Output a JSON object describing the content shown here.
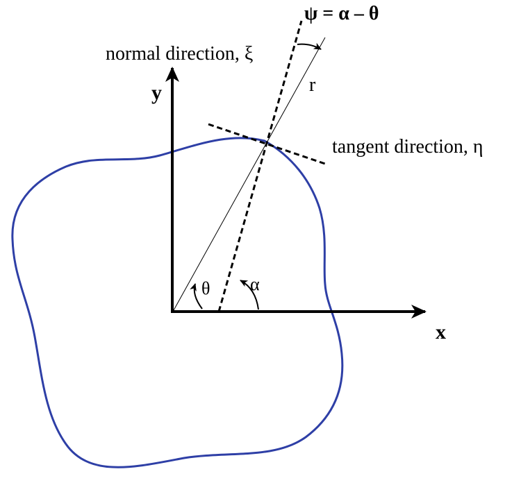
{
  "labels": {
    "equation": "ψ = α – θ",
    "normal": "normal direction, ξ",
    "tangent": "tangent direction, η",
    "r": "r",
    "y": "y",
    "x": "x",
    "theta": "θ",
    "alpha": "α"
  },
  "colors": {
    "curve": "#2e3fa6",
    "ink": "#000000"
  }
}
